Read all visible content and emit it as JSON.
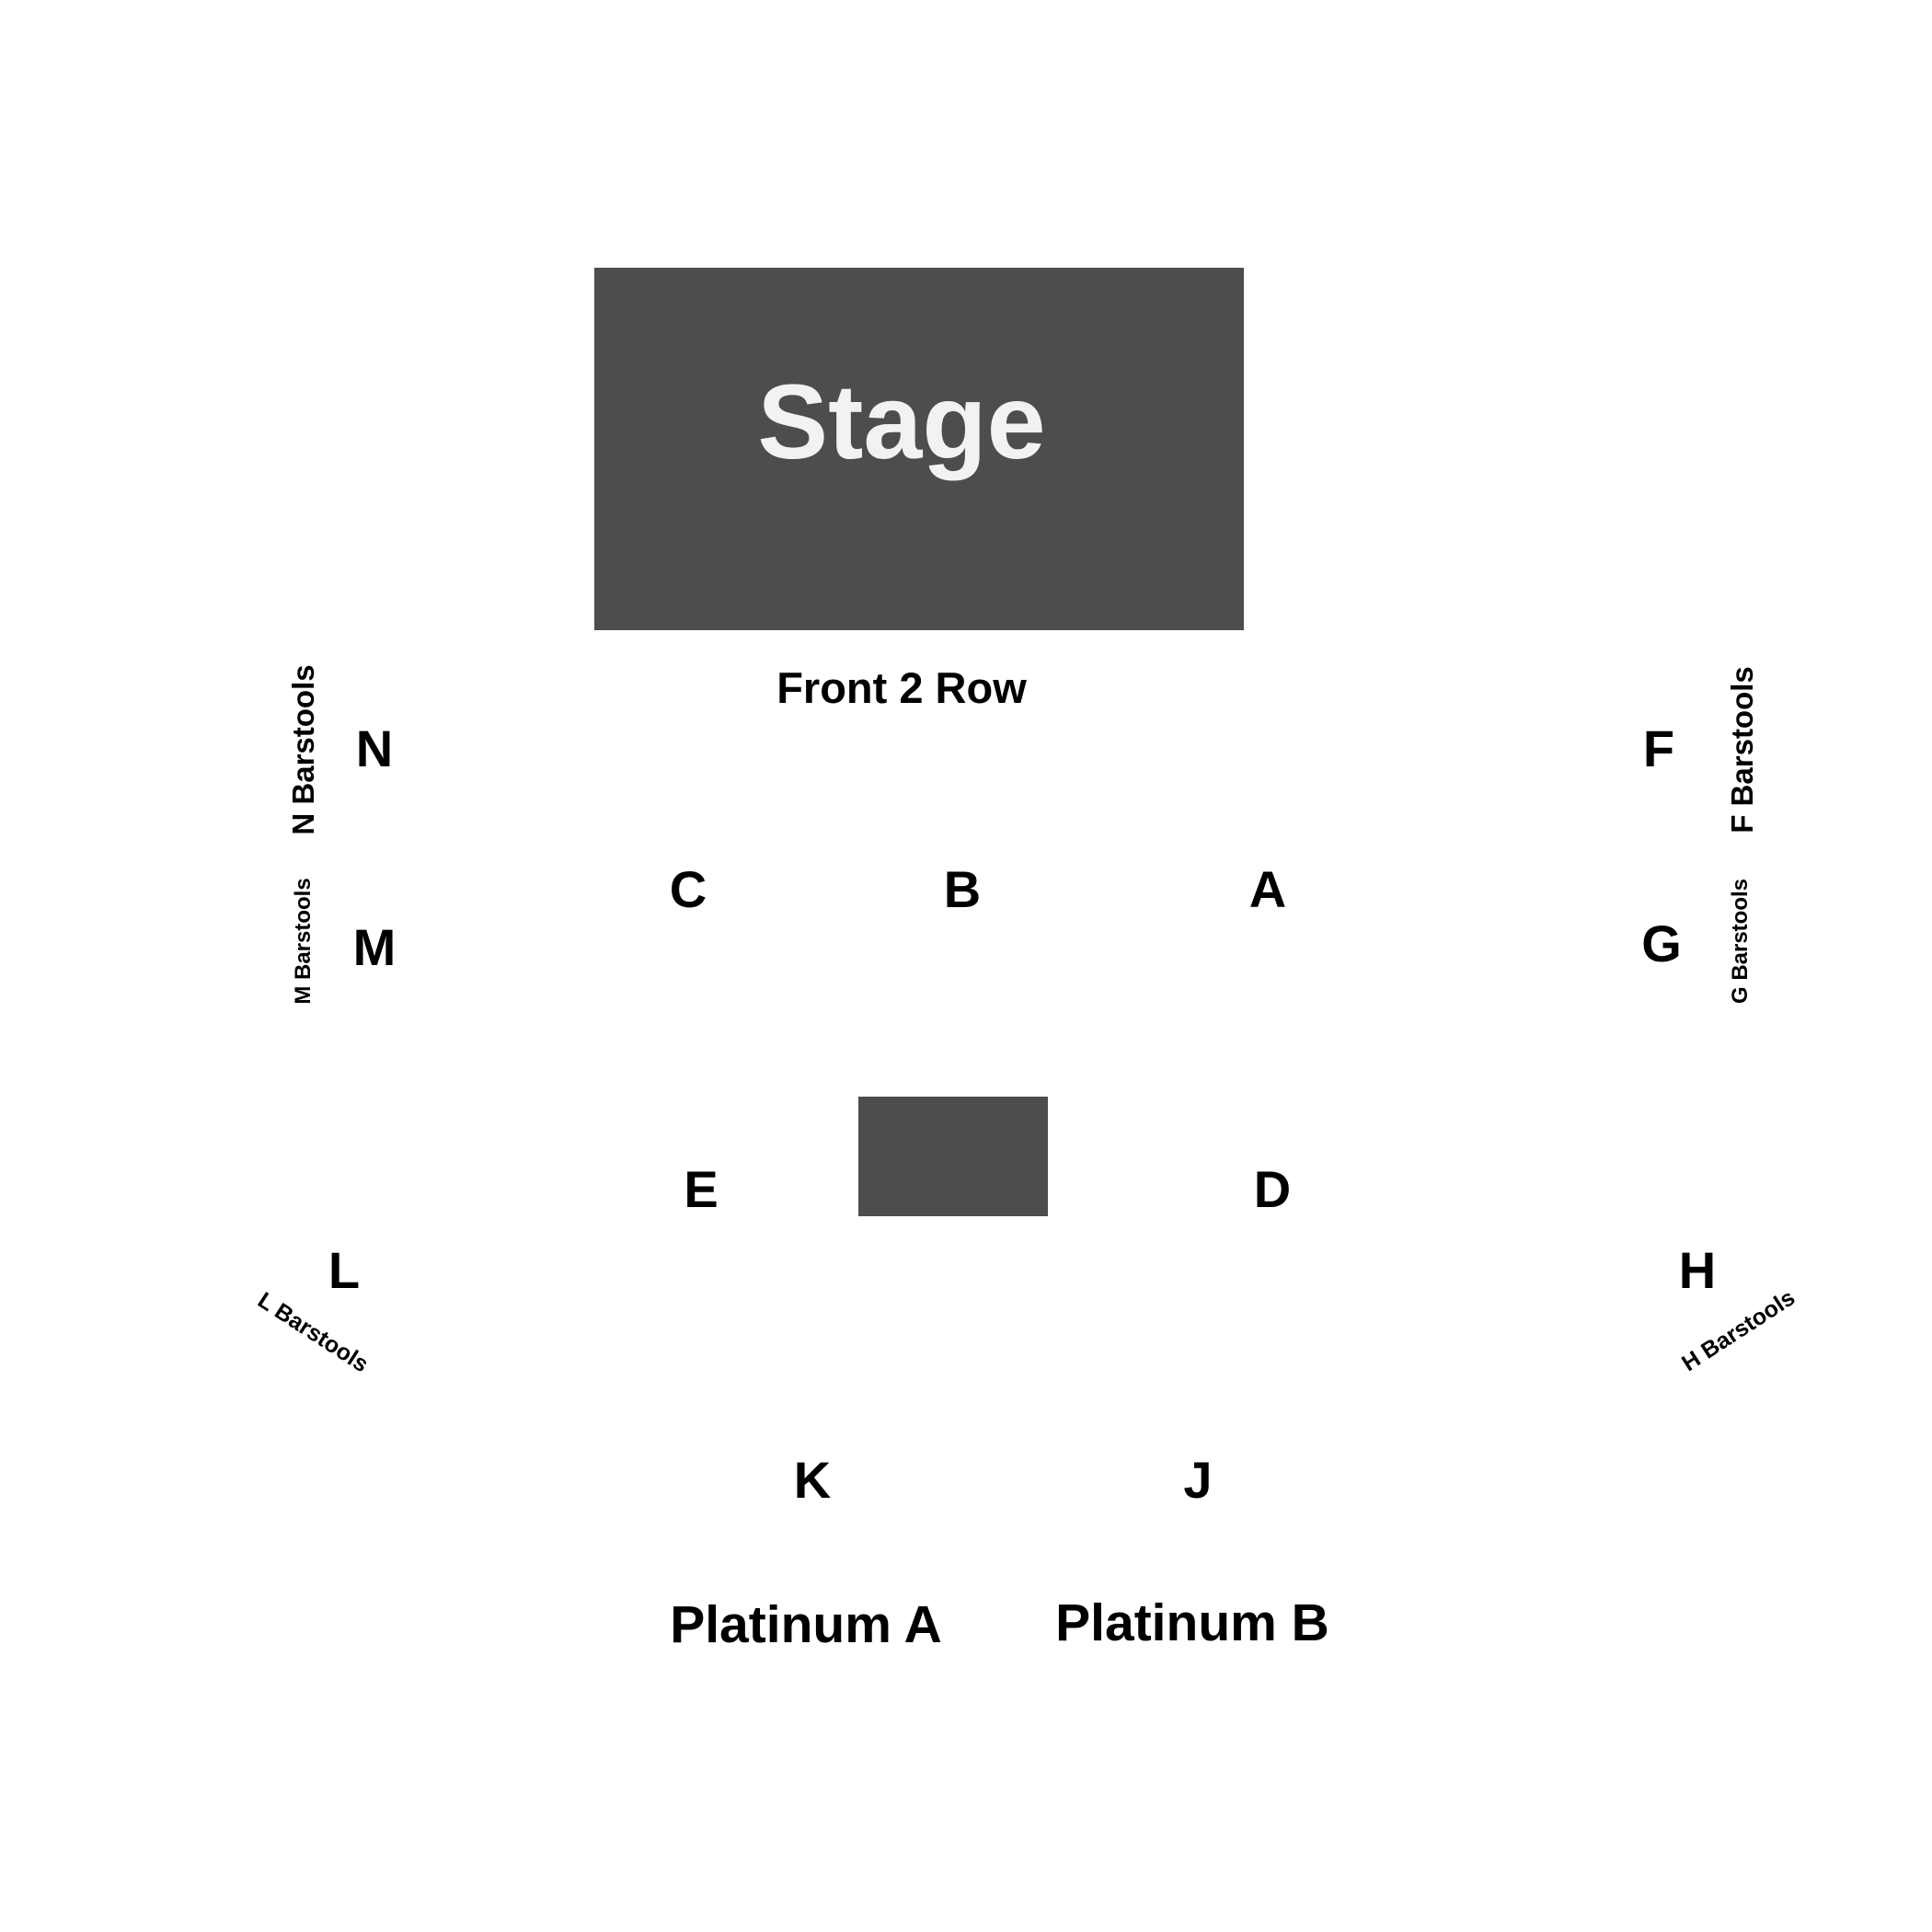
{
  "venue": {
    "stage_label": "Stage",
    "front_rows_label": "Front 2 Row",
    "colors": {
      "background": "#ffffff",
      "stage_fill": "#4d4d4d",
      "stage_text": "#f2f2f2",
      "label_text": "#000000"
    }
  },
  "sections": {
    "a": "A",
    "b": "B",
    "c": "C",
    "d": "D",
    "e": "E",
    "f": "F",
    "g": "G",
    "h": "H",
    "j": "J",
    "k": "K",
    "l": "L",
    "m": "M",
    "n": "N",
    "platinum_a": "Platinum A",
    "platinum_b": "Platinum B"
  },
  "barstools": {
    "n": "N Barstools",
    "m": "M Barstools",
    "f": "F Barstools",
    "g": "G Barstools",
    "l": "L Barstools",
    "h": "H Barstools"
  }
}
